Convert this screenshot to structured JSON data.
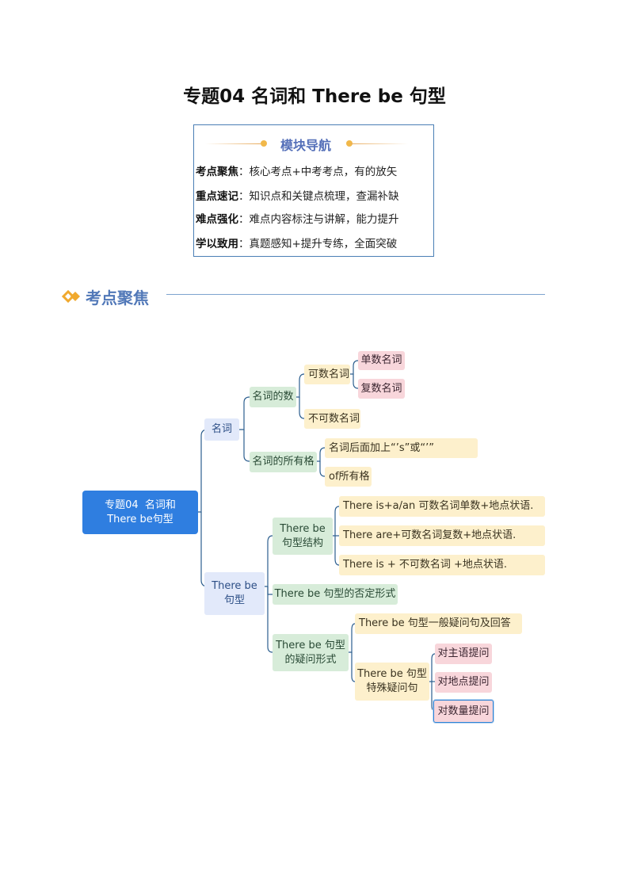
{
  "title": "专题04  名词和 There be  句型",
  "nav": {
    "heading": "模块导航",
    "rows": [
      {
        "label": "考点聚焦",
        "text": "：核心考点+中考考点，有的放矢"
      },
      {
        "label": "重点速记",
        "text": "：知识点和关键点梳理，查漏补缺"
      },
      {
        "label": "难点强化",
        "text": "：难点内容标注与讲解，能力提升"
      },
      {
        "label": "学以致用",
        "text": "：真题感知+提升专练，全面突破"
      }
    ]
  },
  "section": {
    "title": "考点聚焦"
  },
  "mindmap": {
    "root": "专题04  名词和\nThere be句型",
    "noun": "名词",
    "noun_number": "名词的数",
    "countable": "可数名词",
    "singular": "单数名词",
    "plural": "复数名词",
    "uncountable": "不可数名词",
    "possessive": "名词的所有格",
    "poss_s": "名词后面加上“’s”或“’”",
    "poss_of": "of所有格",
    "therebe": "There be\n句型",
    "structure": "There be\n句型结构",
    "struct1": "There is+a/an  可数名词单数+地点状语.",
    "struct2": "There are+可数名词复数+地点状语.",
    "struct3": "There is + 不可数名词 +地点状语.",
    "negative": "There be 句型的否定形式",
    "question": "There be 句型\n的疑问形式",
    "general_q": "There be 句型一般疑问句及回答",
    "special_q": "There be 句型\n特殊疑问句",
    "ask_subject": "对主语提问",
    "ask_place": "对地点提问",
    "ask_quantity": "对数量提问"
  },
  "colors": {
    "accent": "#2f7ee0",
    "section_title": "#5178b8",
    "connector": "#2d5f8f",
    "yellow_node": "#fdf0cc",
    "green_node": "#d7ecd9",
    "pink_node": "#f8d6db",
    "blue_node": "#e2e9fa"
  }
}
